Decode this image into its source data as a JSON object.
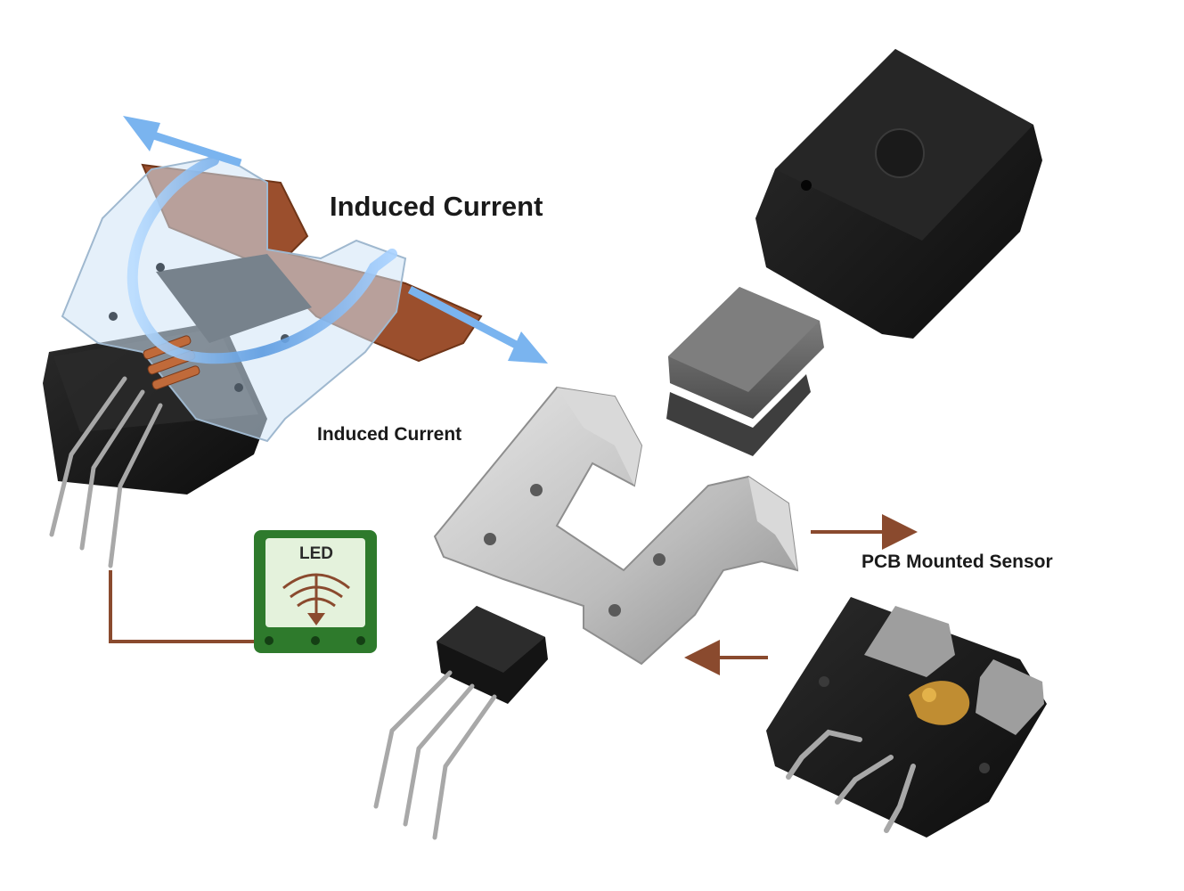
{
  "labels": {
    "induced_current_main": "Induced Current",
    "induced_current_secondary": "Induced Current",
    "pcb_mounted_sensor": "PCB Mounted Sensor",
    "led": "LED"
  },
  "colors": {
    "copper": "#a4532e",
    "arrow_brown": "#8a4a2e",
    "current_blue": "#6aa6e6",
    "pcb_green": "#2e7a2c",
    "housing_black": "#141414",
    "aluminum": "#bdbdbd"
  }
}
